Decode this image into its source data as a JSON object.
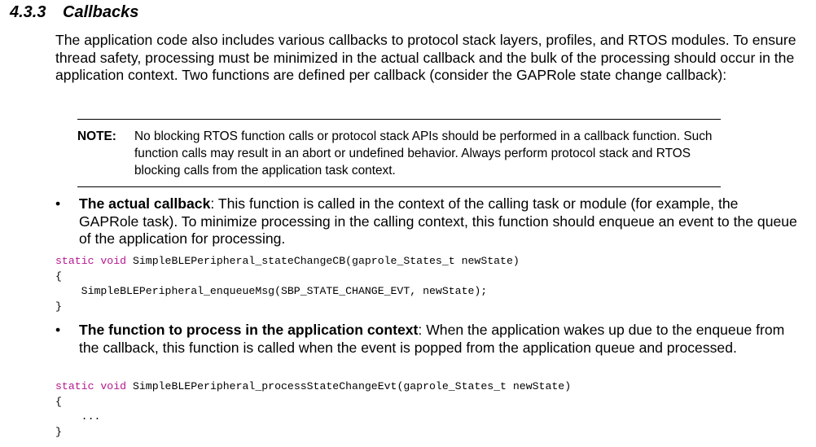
{
  "section": {
    "number": "4.3.3",
    "title": "Callbacks"
  },
  "intro": "The application code also includes various callbacks to protocol stack layers, profiles, and RTOS modules. To ensure thread safety, processing must be minimized in the actual callback and the bulk of the processing should occur in the application context. Two functions are defined per callback (consider the GAPRole state change callback):",
  "note": {
    "label": "NOTE:",
    "text": "No blocking RTOS function calls or protocol stack APIs should be performed in a callback function. Such function calls may result in an abort or undefined behavior. Always perform protocol stack and RTOS blocking calls from the application task context."
  },
  "bullets": [
    {
      "marker": "•",
      "lead": "The actual callback",
      "text": ": This function is called in the context of the calling task or module (for example, the GAPRole task). To minimize processing in the calling context, this function should enqueue an event to the queue of the application for processing."
    },
    {
      "marker": "•",
      "lead": "The function to process in the application context",
      "text": ": When the application wakes up due to the enqueue from the callback, this function is called when the event is popped from the application queue and processed."
    }
  ],
  "code1": {
    "keywords": "static void",
    "signature": " SimpleBLEPeripheral_stateChangeCB(gaprole_States_t newState)",
    "open": "{",
    "body": "    SimpleBLEPeripheral_enqueueMsg(SBP_STATE_CHANGE_EVT, newState);",
    "close": "}"
  },
  "code2": {
    "keywords": "static void",
    "signature": " SimpleBLEPeripheral_processStateChangeEvt(gaprole_States_t newState)",
    "open": "{",
    "body": "    ...",
    "close": "}"
  },
  "colors": {
    "keyword": "#b5178e",
    "text": "#000000"
  }
}
